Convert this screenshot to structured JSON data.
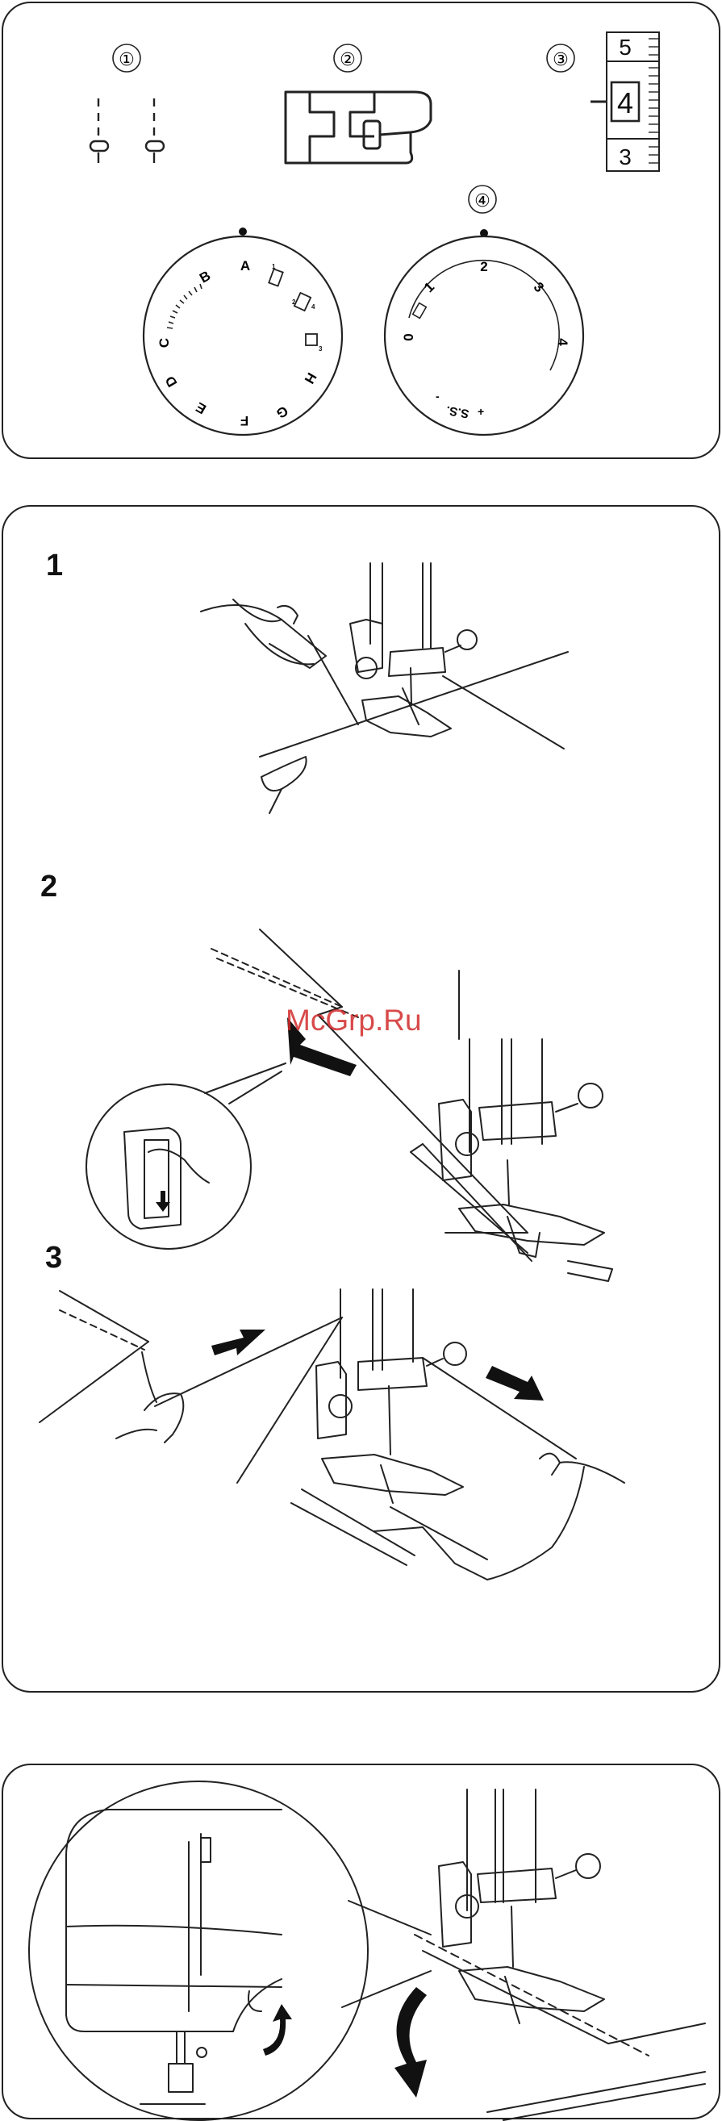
{
  "panel1": {
    "callouts": [
      "①",
      "②",
      "③",
      "④"
    ],
    "stitch_length_marks": [
      "5",
      "4",
      "3"
    ],
    "pattern_dial": {
      "letters": [
        "A",
        "B",
        "C",
        "D",
        "E",
        "F",
        "G",
        "H"
      ],
      "icon_subscripts": [
        "1",
        "2",
        "4",
        "3"
      ]
    },
    "length_dial": {
      "numbers": [
        "0",
        "1",
        "2",
        "3",
        "4"
      ],
      "ss_label": "S.S."
    }
  },
  "panel2": {
    "steps": [
      "1",
      "2",
      "3"
    ]
  },
  "watermark": "McGrp.Ru"
}
